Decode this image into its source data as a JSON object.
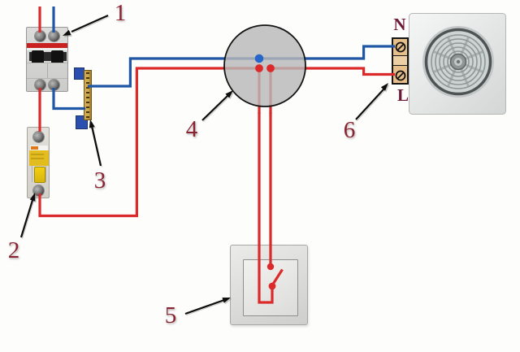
{
  "callouts": [
    {
      "label": "1"
    },
    {
      "label": "2"
    },
    {
      "label": "3"
    },
    {
      "label": "4"
    },
    {
      "label": "5"
    },
    {
      "label": "6"
    }
  ],
  "fan_terminals": {
    "neutral": "N",
    "live": "L"
  },
  "colors": {
    "wire_live": "#dc2a2a",
    "wire_neutral": "#1f57a5",
    "callout": "#8b2332",
    "terminal_label": "#6e1838"
  }
}
